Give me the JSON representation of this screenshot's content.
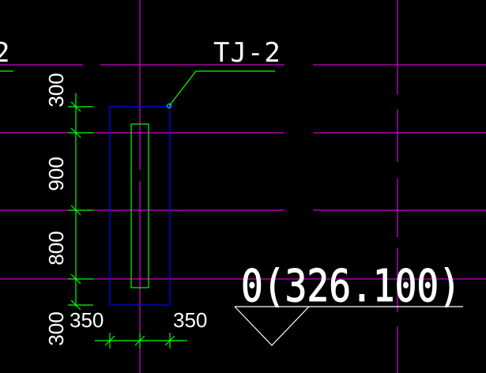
{
  "drawing": {
    "background": "#000000",
    "colors": {
      "grid": "#ff00ff",
      "footing": "#0000ff",
      "column": "#00ff00",
      "dimension": "#00ff00",
      "leader": "#00ff00",
      "text": "#ffffff"
    },
    "labels": {
      "tag": "TJ-2",
      "edge_tag_fragment": "2",
      "elevation": "0(326.100)"
    },
    "dimensions": {
      "vertical": [
        "300",
        "900",
        "800",
        "300"
      ],
      "horizontal_left": "350",
      "horizontal_right": "350"
    },
    "icons": {
      "elevation_marker": "triangle-icon",
      "leader_grip": "grip-point-icon"
    }
  }
}
